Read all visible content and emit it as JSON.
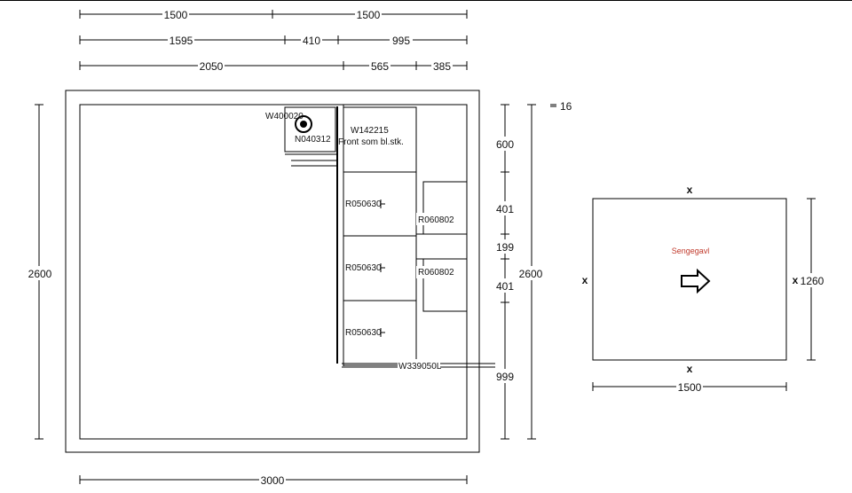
{
  "dimensions": {
    "top_row1": [
      "1500",
      "1500"
    ],
    "top_row2": [
      "1595",
      "410",
      "995"
    ],
    "top_row3": [
      "2050",
      "565",
      "385"
    ],
    "left_height": "2600",
    "bottom_width": "3000",
    "right_height": "2600",
    "right_segments": [
      "600",
      "401",
      "199",
      "401",
      "999"
    ],
    "small_gap": "16"
  },
  "cabinets": {
    "corner_top": "W400020",
    "corner_bottom": "N040312",
    "top_unit": "W142215",
    "top_unit_note": "Front som bl.stk.",
    "module_1": "R050630",
    "module_2": "R050630",
    "module_3": "R050630",
    "right_module_1": "R060802",
    "right_module_2": "R060802",
    "bottom_rail": "W339050L"
  },
  "bed_panel": {
    "label": "Sengegavl",
    "width": "1500",
    "height": "1260",
    "marker": "x",
    "arrow": "arrow-right-icon",
    "label_color": "#c0392b"
  }
}
